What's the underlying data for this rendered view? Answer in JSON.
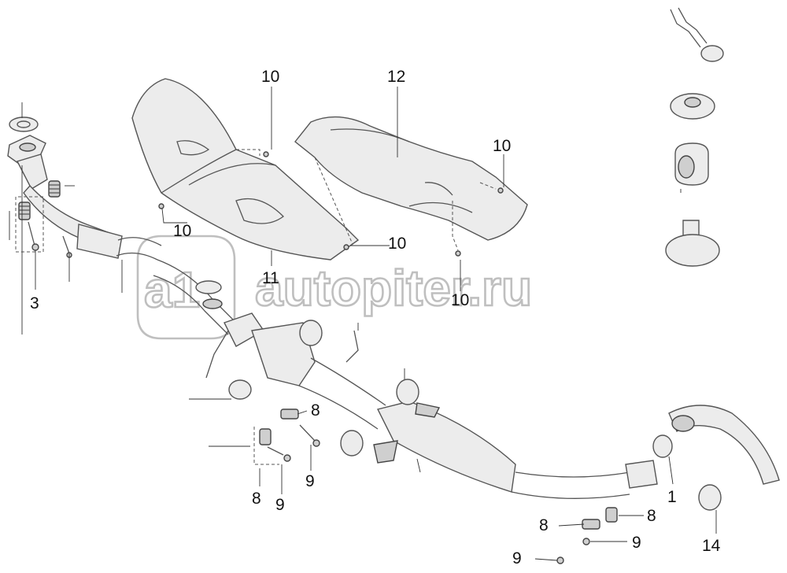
{
  "watermark": {
    "text": "autopiter.ru",
    "logo_text": "a1"
  },
  "callouts": [
    {
      "id": "c10a",
      "label": "10"
    },
    {
      "id": "c12",
      "label": "12"
    },
    {
      "id": "c10b",
      "label": "10"
    },
    {
      "id": "c10c",
      "label": "10"
    },
    {
      "id": "c10d",
      "label": "10"
    },
    {
      "id": "c11",
      "label": "11"
    },
    {
      "id": "c10e",
      "label": "10"
    },
    {
      "id": "c3",
      "label": "3"
    },
    {
      "id": "c8a",
      "label": "8"
    },
    {
      "id": "c9a",
      "label": "9"
    },
    {
      "id": "c8b",
      "label": "8"
    },
    {
      "id": "c9b",
      "label": "9"
    },
    {
      "id": "c1",
      "label": "1"
    },
    {
      "id": "c8c",
      "label": "8"
    },
    {
      "id": "c8d",
      "label": "8"
    },
    {
      "id": "c9c",
      "label": "9"
    },
    {
      "id": "c14",
      "label": "14"
    },
    {
      "id": "c9d",
      "label": "9"
    }
  ]
}
